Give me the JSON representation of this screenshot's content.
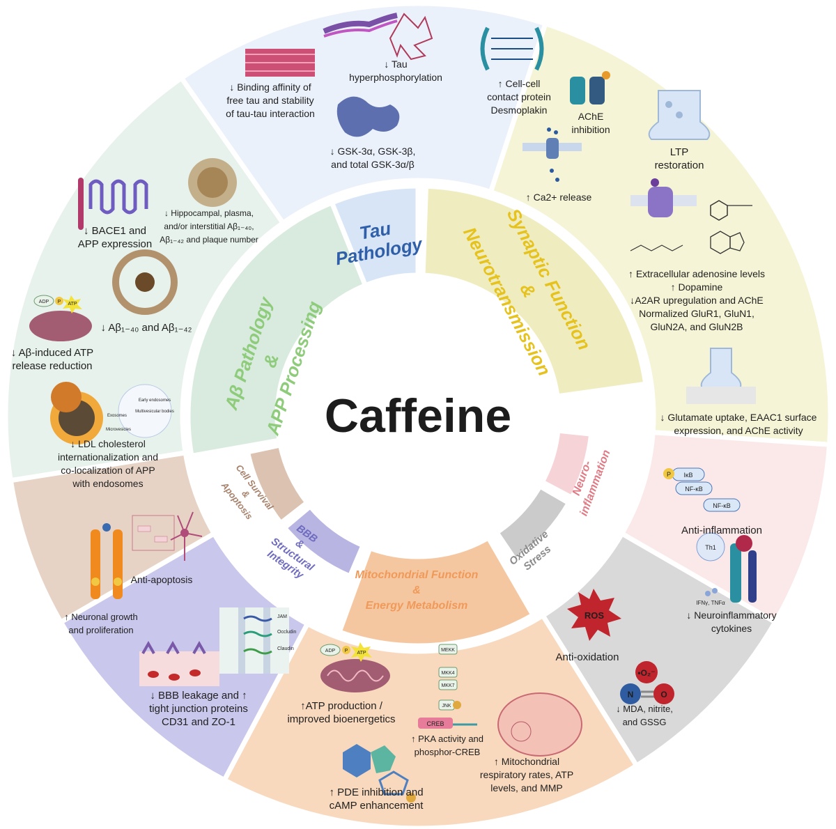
{
  "title": "Caffeine",
  "colors": {
    "tau_outer": "#eaf1fb",
    "tau_inner": "#d7e5f6",
    "tau_text": "#2e5fa8",
    "synaptic_outer": "#f5f4d6",
    "synaptic_inner": "#efedbf",
    "synaptic_text": "#e6c21f",
    "neuroinflam_outer": "#fbe9ea",
    "neuroinflam_inner": "#f6d3d6",
    "neuroinflam_text": "#e07b85",
    "oxidative_outer": "#d9d9d9",
    "oxidative_inner": "#cbcbcb",
    "oxidative_text": "#8a8a8a",
    "mito_outer": "#f9d9bd",
    "mito_inner": "#f5c7a0",
    "mito_text": "#ef9a5a",
    "bbb_outer": "#c9c7ec",
    "bbb_inner": "#b8b5e2",
    "bbb_text": "#6f6cc0",
    "cell_outer": "#e7d3c5",
    "cell_inner": "#dcc2b0",
    "cell_text": "#a7826c",
    "abeta_outer": "#e7f2ec",
    "abeta_inner": "#d8ebde",
    "abeta_text": "#8ecb7b"
  },
  "categories": {
    "tau": [
      "Tau",
      "Pathology"
    ],
    "synaptic": [
      "Synaptic Function",
      "&",
      "Neurotransmission"
    ],
    "neuroinflammation": [
      "Neuro-",
      "inflammation"
    ],
    "oxidative": [
      "Oxidative",
      "Stress"
    ],
    "mitochondrial": [
      "Mitochondrial Function",
      "&",
      "Energy Metabolism"
    ],
    "bbb": [
      "BBB",
      "&",
      "Structural",
      "Integrity"
    ],
    "cell_survival": [
      "Cell Survival",
      "&",
      "Apoptosis"
    ],
    "abeta": [
      "Aβ Pathology",
      "&",
      "APP Processing"
    ]
  },
  "tau": {
    "binding": [
      "↓ Binding affinity of",
      "free tau and stability",
      "of tau-tau interaction"
    ],
    "hyper": [
      "↓ Tau",
      "hyperphosphorylation"
    ],
    "gsk": [
      "↓ GSK-3α, GSK-3β,",
      "and total GSK-3α/β"
    ]
  },
  "synaptic": {
    "cellcell": [
      "↑ Cell-cell",
      "contact protein",
      "Desmoplakin"
    ],
    "ache": [
      "AChE",
      "inhibition"
    ],
    "ltp": [
      "LTP",
      "restoration"
    ],
    "ca": [
      "↑ Ca2+ release"
    ],
    "adenosine": [
      "↑ Extracellular adenosine levels",
      "↑ Dopamine",
      "↓A2AR upregulation and AChE",
      "Normalized GluR1, GluN1,",
      "GluN2A, and GluN2B"
    ],
    "glutamate": [
      "↓ Glutamate uptake, EAAC1 surface",
      "expression, and AChE activity"
    ]
  },
  "neuroinflammation": {
    "anti": [
      "Anti-inflammation"
    ],
    "cytokines": [
      "↓ Neuroinflammatory",
      "cytokines"
    ],
    "ikb": "IκB",
    "nfkb": "NF-κB",
    "nfkb2": "NF-κB",
    "p": "P",
    "th1": "Th1",
    "ifn": "IFNγ, TNFα"
  },
  "oxidative": {
    "ros": "ROS",
    "anti": [
      "Anti-oxidation"
    ],
    "mda": [
      "↓ MDA, nitrite,",
      "and GSSG"
    ],
    "o2": "•O₂⁻",
    "n": "N",
    "o": "O"
  },
  "mitochondrial": {
    "atp": [
      "↑ATP production /",
      "improved bioenergetics"
    ],
    "pka": [
      "↑ PKA activity and",
      "phosphor-CREB"
    ],
    "resp": [
      "↑ Mitochondrial",
      "respiratory rates, ATP",
      "levels, and MMP"
    ],
    "pde": [
      "↑ PDE inhibition and",
      "cAMP enhancement"
    ],
    "mekk": "MEKK",
    "mkk4": "MKK4",
    "mkk7": "MKK7",
    "jnk": "JNK",
    "creb": "CREB",
    "adp": "ADP",
    "atp_label": "ATP",
    "p": "P"
  },
  "bbb": {
    "leak": [
      "↓ BBB leakage and ↑",
      "tight junction proteins",
      "CD31 and ZO-1"
    ],
    "jam": "JAM",
    "occludin": "Occludin",
    "claudin": "Claudin"
  },
  "cell_survival": {
    "anti": [
      "Anti-apoptosis"
    ],
    "growth": [
      "↑  Neuronal growth",
      "and proliferation"
    ]
  },
  "abeta": {
    "bace": [
      "↓ BACE1 and",
      "APP expression"
    ],
    "hippo": [
      "↓ Hippocampal, plasma,",
      "and/or interstitial Aβ₁₋₄₀,",
      "Aβ₁₋₄₂ and plaque number"
    ],
    "ab": [
      "↓ Aβ₁₋₄₀ and Aβ₁₋₄₂"
    ],
    "atp": [
      "↓ Aβ-induced ATP",
      "release reduction"
    ],
    "ldl": [
      "↓ LDL cholesterol",
      "internationalization and",
      "co-localization of APP",
      "with endosomes"
    ],
    "adp": "ADP",
    "atp_label": "ATP",
    "p": "P",
    "early": "Early endosomes",
    "multi": "Multivesicular bodies",
    "exo": "Exosomes",
    "micro": "Microvesicles"
  }
}
